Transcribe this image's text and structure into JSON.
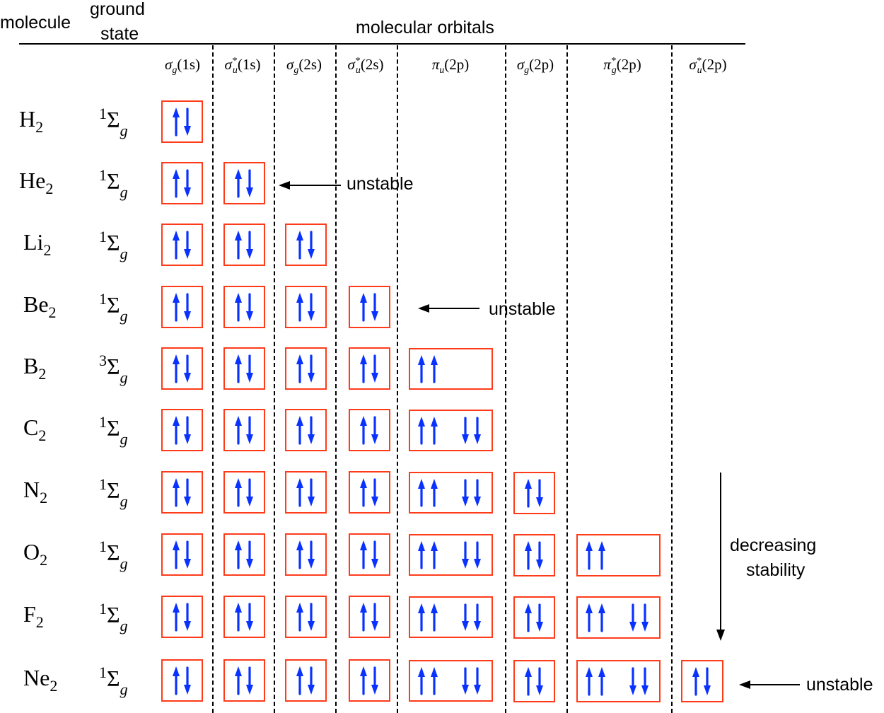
{
  "header": {
    "molecule_label": "molecule",
    "ground_state_label_line1": "ground",
    "ground_state_label_line2": "state",
    "molecular_orbitals_label": "molecular orbitals"
  },
  "orbitals": [
    {
      "id": "sg1s",
      "sym": "σ",
      "sub": "g",
      "sup": "",
      "shell": "(1s)",
      "label": "σg(1s)"
    },
    {
      "id": "su1s",
      "sym": "σ",
      "sub": "u",
      "sup": "*",
      "shell": "(1s)",
      "label": "σu*(1s)"
    },
    {
      "id": "sg2s",
      "sym": "σ",
      "sub": "g",
      "sup": "",
      "shell": "(2s)",
      "label": "σg(2s)"
    },
    {
      "id": "su2s",
      "sym": "σ",
      "sub": "u",
      "sup": "*",
      "shell": "(2s)",
      "label": "σu*(2s)"
    },
    {
      "id": "pu2p",
      "sym": "π",
      "sub": "u",
      "sup": "",
      "shell": "(2p)",
      "label": "πu(2p)"
    },
    {
      "id": "sg2p",
      "sym": "σ",
      "sub": "g",
      "sup": "",
      "shell": "(2p)",
      "label": "σg(2p)"
    },
    {
      "id": "pg2p",
      "sym": "π",
      "sub": "g",
      "sup": "*",
      "shell": "(2p)",
      "label": "πg*(2p)"
    },
    {
      "id": "su2p",
      "sym": "σ",
      "sub": "u",
      "sup": "*",
      "shell": "(2p)",
      "label": "σu*(2p)"
    }
  ],
  "molecules": [
    {
      "name": "H",
      "sub": "2",
      "multiplicity": "1",
      "term": "Σ",
      "term_sub": "g",
      "filled": 1,
      "pi_u": "",
      "pi_g": ""
    },
    {
      "name": "He",
      "sub": "2",
      "multiplicity": "1",
      "term": "Σ",
      "term_sub": "g",
      "filled": 2,
      "pi_u": "",
      "pi_g": ""
    },
    {
      "name": "Li",
      "sub": "2",
      "multiplicity": "1",
      "term": "Σ",
      "term_sub": "g",
      "filled": 3,
      "pi_u": "",
      "pi_g": ""
    },
    {
      "name": "Be",
      "sub": "2",
      "multiplicity": "1",
      "term": "Σ",
      "term_sub": "g",
      "filled": 4,
      "pi_u": "",
      "pi_g": ""
    },
    {
      "name": "B",
      "sub": "2",
      "multiplicity": "3",
      "term": "Σ",
      "term_sub": "g",
      "filled": 4,
      "pi_u": "up-up",
      "pi_g": ""
    },
    {
      "name": "C",
      "sub": "2",
      "multiplicity": "1",
      "term": "Σ",
      "term_sub": "g",
      "filled": 4,
      "pi_u": "up-up-down-down",
      "pi_g": ""
    },
    {
      "name": "N",
      "sub": "2",
      "multiplicity": "1",
      "term": "Σ",
      "term_sub": "g",
      "filled": 4,
      "pi_u": "up-up-down-down",
      "sigma_g_2p": true,
      "pi_g": ""
    },
    {
      "name": "O",
      "sub": "2",
      "multiplicity": "1",
      "term": "Σ",
      "term_sub": "g",
      "filled": 4,
      "pi_u": "up-up-down-down",
      "sigma_g_2p": true,
      "pi_g": "up-up"
    },
    {
      "name": "F",
      "sub": "2",
      "multiplicity": "1",
      "term": "Σ",
      "term_sub": "g",
      "filled": 4,
      "pi_u": "up-up-down-down",
      "sigma_g_2p": true,
      "pi_g": "up-up-down-down"
    },
    {
      "name": "Ne",
      "sub": "2",
      "multiplicity": "1",
      "term": "Σ",
      "term_sub": "g",
      "filled": 4,
      "pi_u": "up-up-down-down",
      "sigma_g_2p": true,
      "pi_g": "up-up-down-down",
      "sigma_u_2p": true
    }
  ],
  "annotations": {
    "he2": "unstable",
    "be2": "unstable",
    "ne2": "unstable",
    "trend_line1": "decreasing",
    "trend_line2": "stability"
  },
  "colors": {
    "box_border": "#ff3b1a",
    "spin_arrow": "#0a32ff",
    "text": "#000000"
  }
}
